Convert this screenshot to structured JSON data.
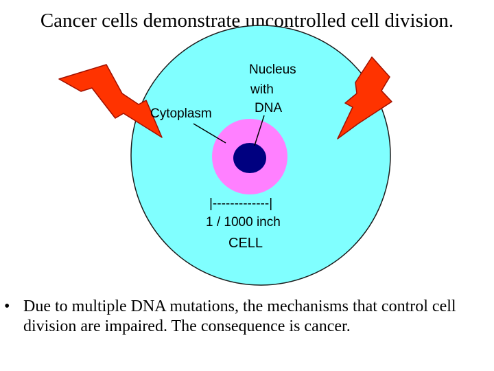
{
  "slide": {
    "title": "Cancer cells demonstrate uncontrolled cell division.",
    "bullet_mark": "•",
    "bullet_text": "Due to multiple DNA mutations, the mechanisms that control cell division are impaired. The consequence is cancer."
  },
  "diagram": {
    "labels": {
      "nucleus_line1": "Nucleus",
      "nucleus_line2": "with",
      "nucleus_line3": "DNA",
      "cytoplasm": "Cytoplasm",
      "scale_bar": "|-------------|",
      "scale_value": "1 / 1000 inch",
      "cell": "CELL"
    },
    "colors": {
      "cell_fill": "#80ffff",
      "cell_stroke": "#1a1a1a",
      "cytoplasm_fill": "#ff80ff",
      "nucleus_fill": "#000080",
      "lightning_fill": "#ff3300",
      "lightning_stroke": "#a01000"
    },
    "icons": [
      "lightning-bolt-left",
      "lightning-bolt-right"
    ]
  }
}
